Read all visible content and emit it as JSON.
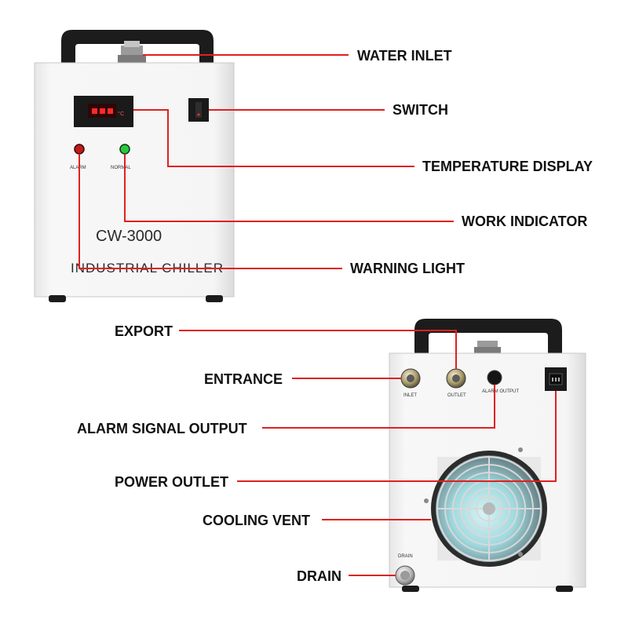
{
  "unit": {
    "model": "CW-3000",
    "name": "INDUSTRIAL CHILLER",
    "display_unit": "°C",
    "indicators": {
      "alarm": "ALARM",
      "normal": "NORMAL"
    },
    "rear_labels": {
      "inlet": "INLET",
      "outlet": "OUTLET",
      "alarm_output": "ALARM OUTPUT",
      "drain": "DRAIN"
    }
  },
  "callouts_front": [
    {
      "id": "water-inlet",
      "label": "WATER INLET"
    },
    {
      "id": "switch",
      "label": "SWITCH"
    },
    {
      "id": "temperature-display",
      "label": "TEMPERATURE DISPLAY"
    },
    {
      "id": "work-indicator",
      "label": "WORK INDICATOR"
    },
    {
      "id": "warning-light",
      "label": "WARNING LIGHT"
    }
  ],
  "callouts_rear": [
    {
      "id": "export",
      "label": "EXPORT"
    },
    {
      "id": "entrance",
      "label": "ENTRANCE"
    },
    {
      "id": "alarm-signal-output",
      "label": "ALARM SIGNAL OUTPUT"
    },
    {
      "id": "power-outlet",
      "label": "POWER OUTLET"
    },
    {
      "id": "cooling-vent",
      "label": "COOLING VENT"
    },
    {
      "id": "drain",
      "label": "DRAIN"
    }
  ],
  "colors": {
    "leader": "#e02020",
    "body": "#f2f2f2",
    "handle": "#1c1c1c",
    "fan_blade": "#8fd3d8"
  }
}
